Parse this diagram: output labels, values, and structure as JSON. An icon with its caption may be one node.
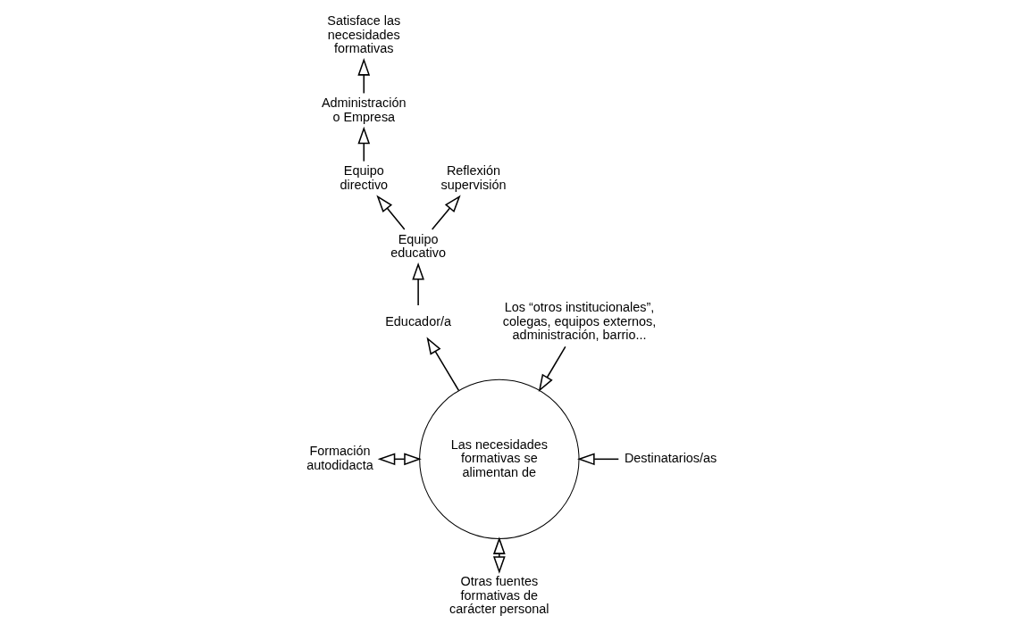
{
  "diagram": {
    "nodes": [
      {
        "text": [
          "Las necesidades formativas se alimentan de"
        ]
      },
      {
        "text": [
          "Educador/a"
        ]
      },
      {
        "text": [
          "Equipo educativo"
        ]
      },
      {
        "text": [
          "Equipo directivo"
        ]
      },
      {
        "text": [
          "Administración o Empresa"
        ]
      },
      {
        "text": [
          "Satisface las necesidades formativas"
        ]
      },
      {
        "text": [
          "Reflexión supervisión"
        ]
      },
      {
        "text": [
          "Formación autodidacta"
        ]
      },
      {
        "text": [
          "Otras fuentes formativas de carácter personal"
        ]
      },
      {
        "text": [
          "Destinatarios/as"
        ]
      },
      {
        "text": [
          "Los “otros institucionales”, colegas, equipos externos, administración, barrio..."
        ]
      }
    ],
    "edges": [
      {
        "from": 0,
        "to": 1,
        "arrow": "to"
      },
      {
        "from": 1,
        "to": 2,
        "arrow": "to"
      },
      {
        "from": 2,
        "to": 3,
        "arrow": "to"
      },
      {
        "from": 3,
        "to": 4,
        "arrow": "to"
      },
      {
        "from": 4,
        "to": 5,
        "arrow": "to"
      },
      {
        "from": 2,
        "to": 6,
        "arrow": "to"
      },
      {
        "from": 7,
        "to": 0,
        "arrow": "both"
      },
      {
        "from": 8,
        "to": 0,
        "arrow": "both"
      },
      {
        "from": 9,
        "to": 0,
        "arrow": "to"
      },
      {
        "from": 10,
        "to": 0,
        "arrow": "to"
      }
    ]
  }
}
